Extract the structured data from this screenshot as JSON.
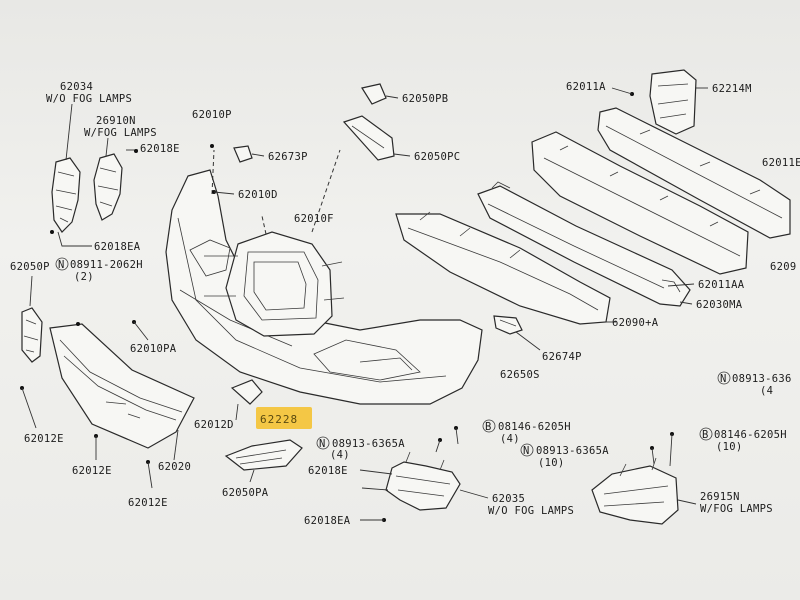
{
  "labels": {
    "l62034": "62034",
    "l62034_note": "W/O FOG LAMPS",
    "l26910n": "26910N",
    "l26910n_note": "W/FOG LAMPS",
    "l62018e_top": "62018E",
    "l62018ea_left": "62018EA",
    "l62010p": "62010P",
    "l62673p": "62673P",
    "l62010d": "62010D",
    "l62010f": "62010F",
    "l62050pb": "62050PB",
    "l62050pc": "62050PC",
    "l62011a": "62011A",
    "l62214m": "62214M",
    "l62011e": "62011E",
    "l62090": "6209",
    "l62011aa": "62011AA",
    "l62030ma": "62030MA",
    "l62090a": "62090+A",
    "l62674p": "62674P",
    "l62650s": "62650S",
    "l62050p": "62050P",
    "l08911": "08911-2062H",
    "l08911_qty": "(2)",
    "l62010pa": "62010PA",
    "l62012e_a": "62012E",
    "l62012e_b": "62012E",
    "l62012e_c": "62012E",
    "l62020": "62020",
    "l62012d": "62012D",
    "l62050pa": "62050PA",
    "l08913_a": "08913-6365A",
    "l08913_a_qty": "(4)",
    "l62018e_bot": "62018E",
    "l62018ea_bot": "62018EA",
    "l62035": "62035",
    "l62035_note": "W/O FOG LAMPS",
    "l08146_a": "08146-6205H",
    "l08146_a_qty": "(4)",
    "l08913_b": "08913-6365A",
    "l08913_b_qty": "(10)",
    "l08146_b": "08146-6205H",
    "l08146_b_qty": "(10)",
    "l26915n": "26915N",
    "l26915n_note": "W/FOG LAMPS",
    "l08913_right": "08913-636",
    "l08913_right_qty": "(4",
    "l62228": "62228",
    "circle_n": "N",
    "circle_b": "B"
  },
  "colors": {
    "highlight": "#f4c233",
    "ink": "#1c1c1c"
  }
}
